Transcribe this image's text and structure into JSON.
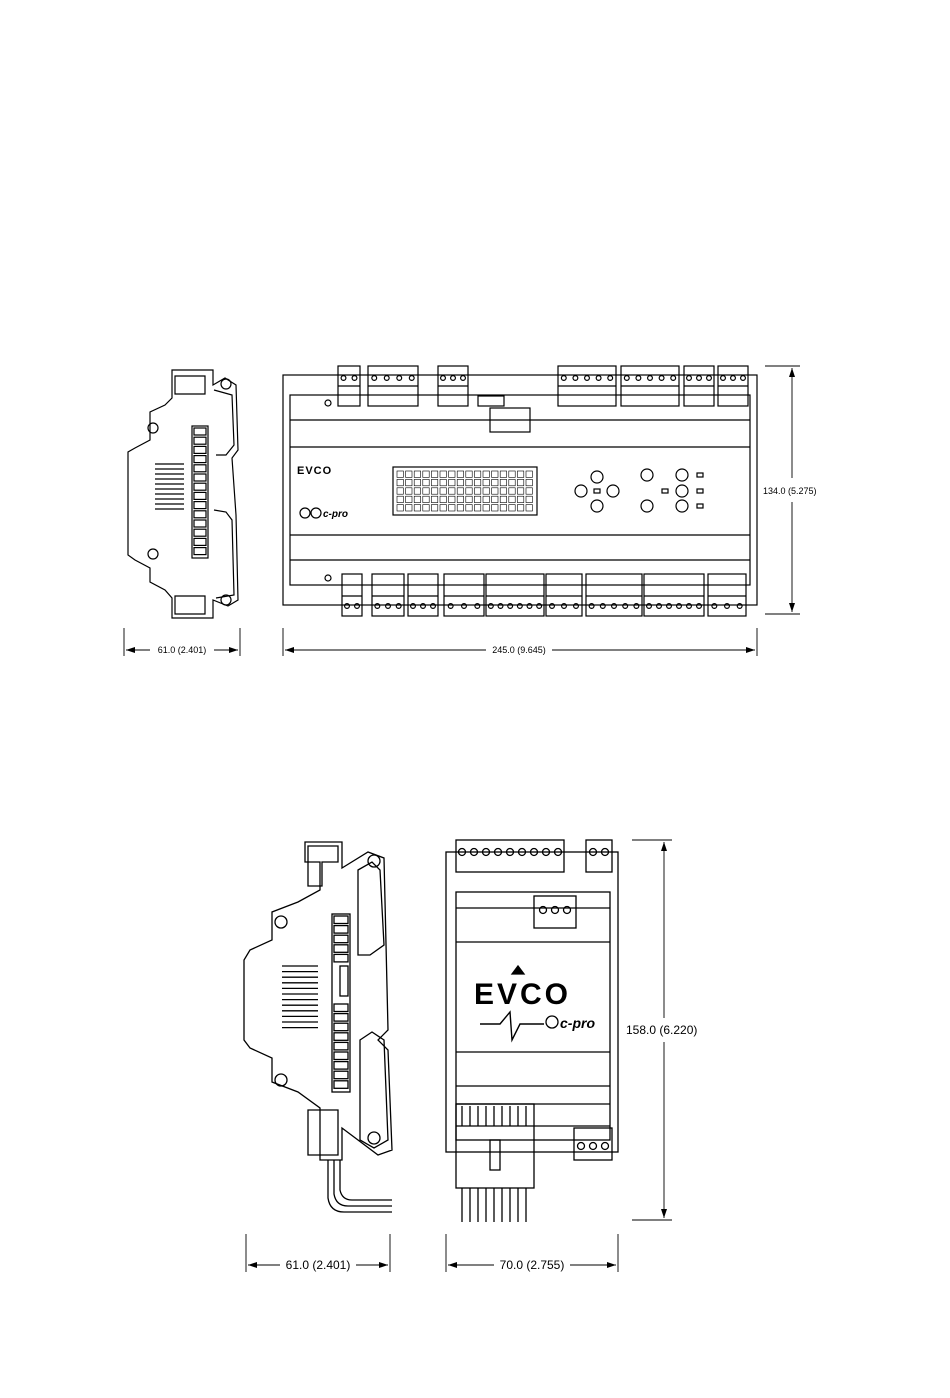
{
  "figure_top": {
    "logo": "EVCO",
    "product": "c-pro",
    "dim_width_side": "61.0 (2.401)",
    "dim_width_front": "245.0 (9.645)",
    "dim_height": "134.0 (5.275)"
  },
  "figure_bottom": {
    "logo": "EVCO",
    "product": "c-pro",
    "dim_width_side": "61.0 (2.401)",
    "dim_width_front": "70.0 (2.755)",
    "dim_height": "158.0 (6.220)"
  }
}
